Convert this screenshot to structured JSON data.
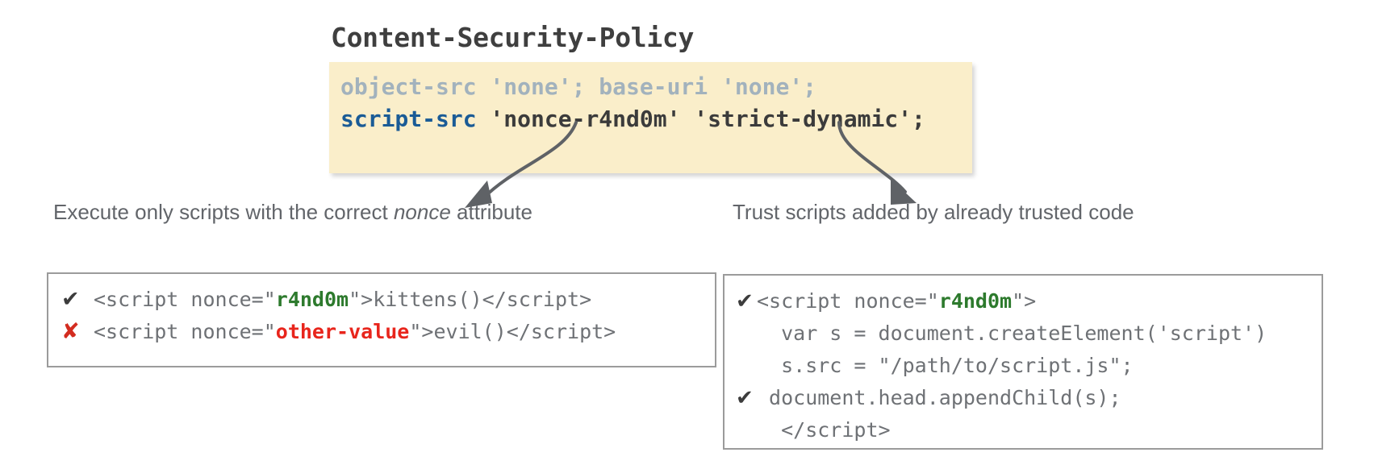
{
  "title": "Content-Security-Policy",
  "csp": {
    "line1": {
      "text": "object-src 'none'; base-uri 'none';",
      "color": "#a2b2bd"
    },
    "line2": {
      "directive": "script-src",
      "directive_color": "#1a5b96",
      "value": " 'nonce-r4nd0m' 'strict-dynamic';",
      "value_color": "#3b3b3b"
    },
    "background": "#faeeca"
  },
  "captions": {
    "left_pre": "Execute only scripts with the correct ",
    "left_em": "nonce",
    "left_post": " attribute",
    "right": "Trust scripts added by already trusted code"
  },
  "boxes": {
    "left": {
      "rows": [
        {
          "mark": "✔",
          "mark_kind": "check",
          "pre": "<script nonce=\"",
          "nonce": "r4nd0m",
          "nonce_kind": "good",
          "post": "\">kittens()</script>"
        },
        {
          "mark": "✘",
          "mark_kind": "cross",
          "pre": "<script nonce=\"",
          "nonce": "other-value",
          "nonce_kind": "bad",
          "post": "\">evil()</script>"
        }
      ]
    },
    "right": {
      "rows": [
        {
          "mark": "✔",
          "mark_kind": "check",
          "pre": "<script nonce=\"",
          "nonce": "r4nd0m",
          "nonce_kind": "good",
          "post": "\">"
        },
        {
          "mark": "",
          "mark_kind": "blank",
          "pre": "  var s = document.createElement('script')",
          "nonce": "",
          "nonce_kind": "none",
          "post": ""
        },
        {
          "mark": "",
          "mark_kind": "blank",
          "pre": "  s.src = \"/path/to/script.js\";",
          "nonce": "",
          "nonce_kind": "none",
          "post": ""
        },
        {
          "mark": "✔",
          "mark_kind": "check",
          "pre": " document.head.appendChild(s);",
          "nonce": "",
          "nonce_kind": "none",
          "post": ""
        },
        {
          "mark": "",
          "mark_kind": "blank",
          "pre": "  </script>",
          "nonce": "",
          "nonce_kind": "none",
          "post": ""
        }
      ]
    }
  },
  "arrows": {
    "left_label": "arrow from nonce-r4nd0m to left caption",
    "right_label": "arrow from strict-dynamic to right caption",
    "color": "#5f6266"
  }
}
